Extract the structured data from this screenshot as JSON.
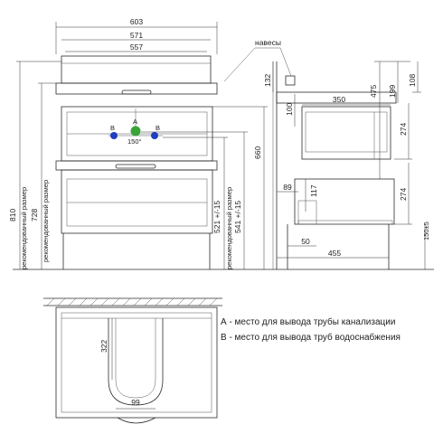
{
  "front_view": {
    "dimensions": {
      "width_total": "603",
      "width_inner": "571",
      "width_drawer": "557",
      "height_total": "810",
      "height_total_note": "рекомендованный размер",
      "height_728": "728",
      "height_728_note": "рекомендованный размер",
      "height_660": "660",
      "height_521": "521 +/-15",
      "height_541": "541 +/-15",
      "height_521_541_note": "рекомендованный размер",
      "angle": "150°"
    },
    "markers": [
      {
        "letter": "B",
        "color": "#1f3fbf"
      },
      {
        "letter": "A",
        "color": "#3aa33a"
      },
      {
        "letter": "B",
        "color": "#1f3fbf"
      }
    ]
  },
  "side_view": {
    "dimensions": {
      "hinges_label": "навесы",
      "d132": "132",
      "d100": "100",
      "d475": "475",
      "d199": "199",
      "d108": "108",
      "d350": "350",
      "d274a": "274",
      "d274b": "274",
      "d89": "89",
      "d117": "117",
      "d50": "50",
      "d455": "455",
      "d150": "150±5"
    }
  },
  "plan_view": {
    "dimensions": {
      "d322": "322",
      "d99": "99"
    }
  },
  "legend": {
    "line_a": "А - место для вывода трубы канализации",
    "line_b": "В - место для вывода труб водоснабжения"
  }
}
